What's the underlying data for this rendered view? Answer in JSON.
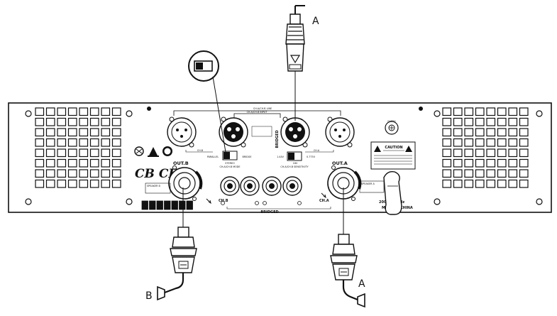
{
  "callouts": {
    "a_top": "A",
    "a_bottom": "A",
    "b_bottom": "B"
  },
  "panel": {
    "input_top": "CH.A/CH.B LINE",
    "input_sub": "CH.A/CH.B INPUT",
    "bridged_vertical": "BRIDGED",
    "ch_b_small": "CH.B",
    "ch_a_small": "CH.A",
    "parallel": "PARALLEL",
    "bridge": "BRIDGE",
    "stereo": "STEREO",
    "mode_label": "CH.A/CH.B MODE",
    "sens_left": "1.44V",
    "sens_right": "0.775V",
    "sens_mid": "18V",
    "sens_label": "CH.A/CH.B SENSITIVITY",
    "out_b": "OUT.B",
    "out_a": "OUT.A",
    "ch_b_big": "CH.B",
    "ch_a_big": "CH.A",
    "bridged_bottom": "BRIDGED",
    "ce_mark": "CB CE",
    "power_label": "200V~ /50Hz",
    "made_in": "MADE IN CHINA",
    "caution_title": "CAUTION",
    "earth_label": "EARTH",
    "speaker_b": "SPEAKER B",
    "speaker_a": "SPEAKER A"
  }
}
